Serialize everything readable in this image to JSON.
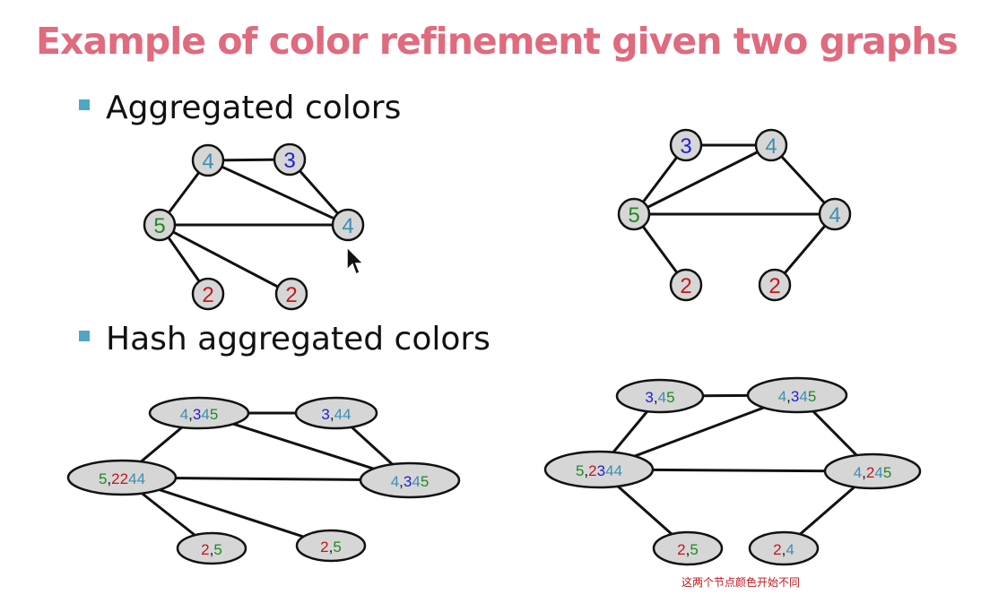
{
  "title": "Example of color refinement given two graphs",
  "bullets": {
    "aggregated": "Aggregated colors",
    "hashed": "Hash aggregated colors"
  },
  "annotation": "这两个节点颜色开始不同",
  "colors": {
    "title": "#e06a7e",
    "bullet": "#4fa6c6",
    "token": {
      "2": "#c0181c",
      "3": "#1f1fd0",
      "4": "#3d8fb0",
      "5": "#1f8a1f"
    },
    "node_fill": "#d6d6d6",
    "stroke": "#111111"
  },
  "graphs": [
    {
      "id": "aggregated-left",
      "kind": "circle",
      "nodes": [
        {
          "id": "a",
          "label": "4"
        },
        {
          "id": "b",
          "label": "3"
        },
        {
          "id": "c",
          "label": "5"
        },
        {
          "id": "d",
          "label": "4"
        },
        {
          "id": "e",
          "label": "2"
        },
        {
          "id": "f",
          "label": "2"
        }
      ],
      "edges": [
        [
          "a",
          "b"
        ],
        [
          "a",
          "c"
        ],
        [
          "a",
          "d"
        ],
        [
          "b",
          "d"
        ],
        [
          "c",
          "d"
        ],
        [
          "c",
          "e"
        ],
        [
          "c",
          "f"
        ]
      ]
    },
    {
      "id": "aggregated-right",
      "kind": "circle",
      "nodes": [
        {
          "id": "a",
          "label": "3"
        },
        {
          "id": "b",
          "label": "4"
        },
        {
          "id": "c",
          "label": "5"
        },
        {
          "id": "d",
          "label": "4"
        },
        {
          "id": "e",
          "label": "2"
        },
        {
          "id": "f",
          "label": "2"
        }
      ],
      "edges": [
        [
          "a",
          "b"
        ],
        [
          "a",
          "c"
        ],
        [
          "b",
          "c"
        ],
        [
          "b",
          "d"
        ],
        [
          "c",
          "d"
        ],
        [
          "c",
          "e"
        ],
        [
          "d",
          "f"
        ]
      ]
    },
    {
      "id": "hashed-left",
      "kind": "ellipse",
      "nodes": [
        {
          "id": "a",
          "label": "4,345"
        },
        {
          "id": "b",
          "label": "3,44"
        },
        {
          "id": "c",
          "label": "5,2244"
        },
        {
          "id": "d",
          "label": "4,345"
        },
        {
          "id": "e",
          "label": "2,5"
        },
        {
          "id": "f",
          "label": "2,5"
        }
      ],
      "edges": [
        [
          "a",
          "b"
        ],
        [
          "a",
          "c"
        ],
        [
          "a",
          "d"
        ],
        [
          "b",
          "d"
        ],
        [
          "c",
          "d"
        ],
        [
          "c",
          "e"
        ],
        [
          "c",
          "f"
        ]
      ]
    },
    {
      "id": "hashed-right",
      "kind": "ellipse",
      "nodes": [
        {
          "id": "a",
          "label": "3,45"
        },
        {
          "id": "b",
          "label": "4,345"
        },
        {
          "id": "c",
          "label": "5,2344"
        },
        {
          "id": "d",
          "label": "4,245"
        },
        {
          "id": "e",
          "label": "2,5"
        },
        {
          "id": "f",
          "label": "2,4"
        }
      ],
      "edges": [
        [
          "a",
          "b"
        ],
        [
          "a",
          "c"
        ],
        [
          "b",
          "c"
        ],
        [
          "b",
          "d"
        ],
        [
          "c",
          "d"
        ],
        [
          "c",
          "e"
        ],
        [
          "d",
          "f"
        ]
      ]
    }
  ]
}
